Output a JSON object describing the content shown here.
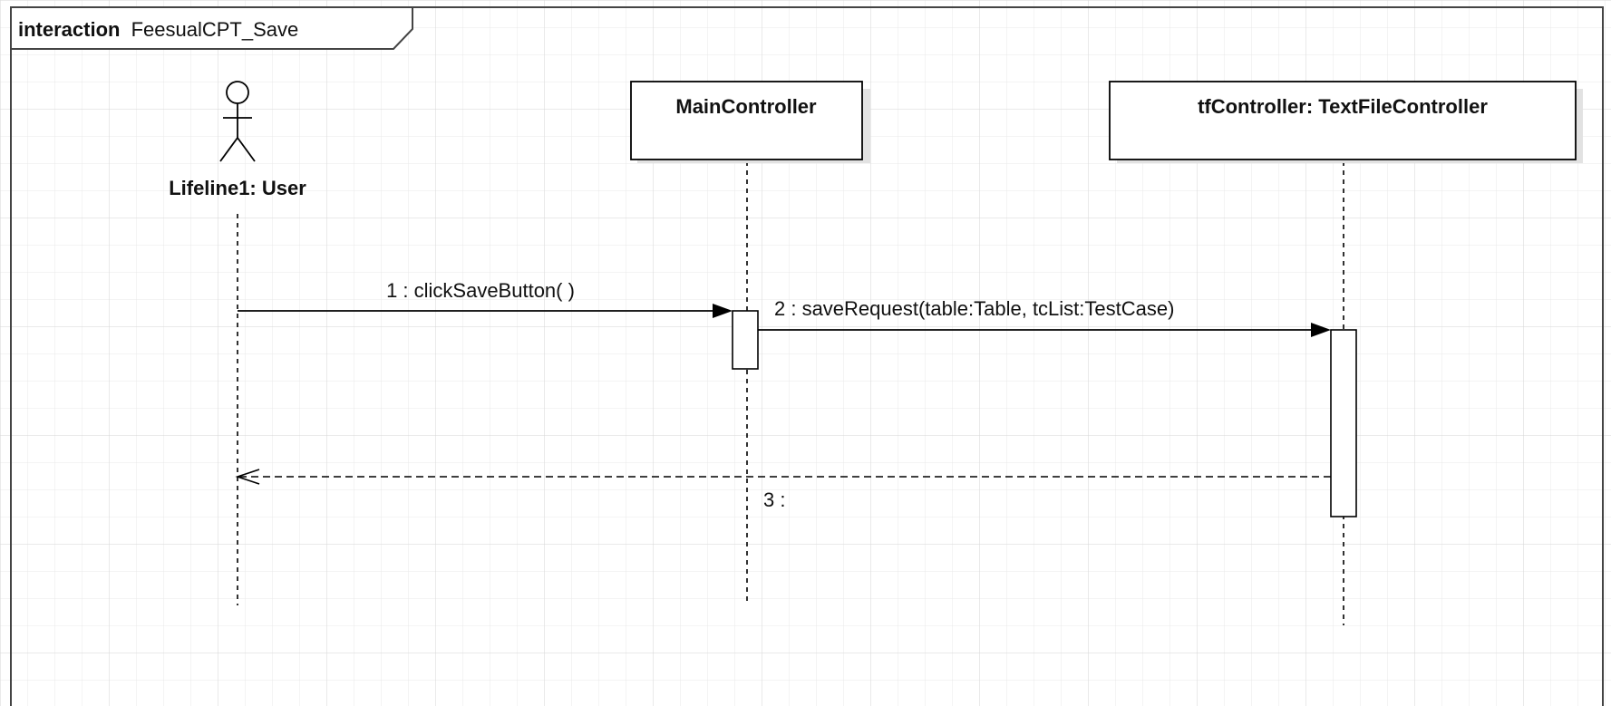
{
  "frame": {
    "keyword": "interaction",
    "name": "FeesualCPT_Save"
  },
  "lifelines": [
    {
      "name": "Lifeline1: User",
      "kind": "actor"
    },
    {
      "name": "MainController",
      "kind": "object"
    },
    {
      "name": "tfController: TextFileController",
      "kind": "object"
    }
  ],
  "messages": [
    {
      "label": "1 : clickSaveButton( )",
      "from": "Lifeline1: User",
      "to": "MainController",
      "kind": "synchronous"
    },
    {
      "label": "2 : saveRequest(table:Table, tcList:TestCase)",
      "from": "MainController",
      "to": "tfController: TextFileController",
      "kind": "synchronous"
    },
    {
      "label": "3 :",
      "from": "tfController: TextFileController",
      "to": "Lifeline1: User",
      "kind": "reply"
    }
  ],
  "colors": {
    "grid": "#e3e3e3",
    "line": "#000000",
    "shadow": "#dcdcdc",
    "box_fill": "#ffffff"
  }
}
